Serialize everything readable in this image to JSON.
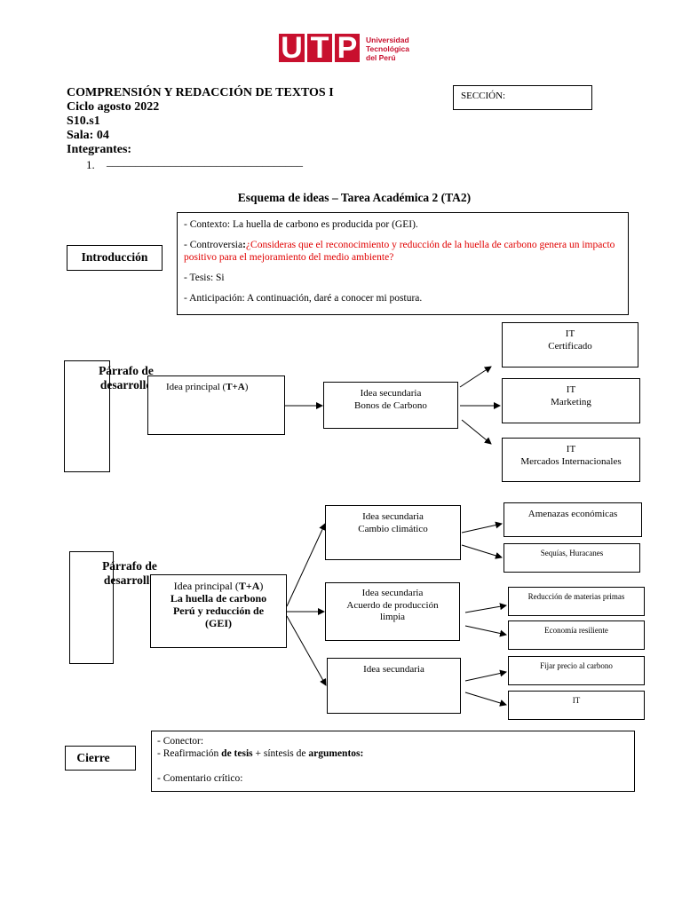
{
  "logo": {
    "letters": [
      "U",
      "T",
      "P"
    ],
    "university_lines": [
      "Universidad",
      "Tecnológica",
      "del Perú"
    ],
    "brand_color": "#c8102e"
  },
  "header": {
    "course": "COMPRENSIÓN Y REDACCIÓN DE TEXTOS I",
    "cycle": "Ciclo agosto 2022",
    "session": "S10.s1",
    "room": "Sala: 04",
    "members_label": "Integrantes:",
    "member_1_number": "1.",
    "member_1_line": "__________________________________",
    "section_label": "SECCIÓN:"
  },
  "title": "Esquema de ideas – Tarea Académica 2 (TA2)",
  "intro": {
    "label": "Introducción",
    "context": "- Contexto: La huella de carbono es producida por (GEI).",
    "controversy_prefix": "- Controversia",
    "controversy_colon": ":",
    "controversy_question": "¿Consideras que el reconocimiento y reducción de la huella de carbono genera un impacto positivo para el mejoramiento del medio ambiente?",
    "thesis": "- Tesis: Si",
    "anticipation": "- Anticipación: A continuación, daré a conocer mi postura."
  },
  "paragraph1": {
    "label": "Párrafo de desarrollo",
    "main_idea_prefix": "Idea principal (",
    "main_idea_bold": "T+A",
    "main_idea_suffix": ")",
    "secondary_title": "Idea secundaria",
    "secondary_text": "Bonos de Carbono",
    "it_label": "IT",
    "it_items": [
      "Certificado",
      "Marketing",
      "Mercados Internacionales"
    ]
  },
  "paragraph2": {
    "label": "Párrafo de desarrollo",
    "main_idea_prefix": "Idea principal (",
    "main_idea_bold": "T+A",
    "main_idea_suffix": ")",
    "main_idea_text": "La huella de carbono Perú y reducción de (GEI)",
    "secondary_1_title": "Idea secundaria",
    "secondary_1_text": "Cambio climático",
    "secondary_2_title": "Idea secundaria",
    "secondary_2_text": "Acuerdo de producción limpia",
    "secondary_3_title": "Idea secundaria",
    "details": [
      "Amenazas económicas",
      "Sequías, Huracanes",
      "Reducción de materias primas",
      "Economía resiliente",
      "Fijar precio al carbono",
      "IT"
    ]
  },
  "closing": {
    "label": "Cierre",
    "connector": "- Conector:",
    "reaffirm_prefix": "- Reafirmación ",
    "reaffirm_thesis": "de tesis",
    "reaffirm_middle": " + síntesis de ",
    "reaffirm_args": "argumentos:",
    "critical": "- Comentario crítico:"
  }
}
